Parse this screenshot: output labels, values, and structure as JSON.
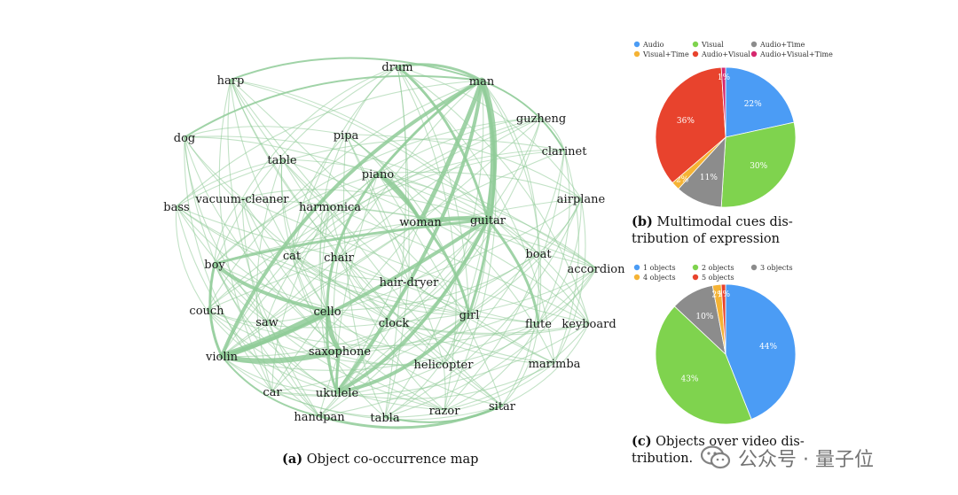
{
  "network": {
    "edge_color": "#8fcb98",
    "nodes": [
      {
        "id": "drum",
        "label": "drum"
      },
      {
        "id": "man",
        "label": "man"
      },
      {
        "id": "harp",
        "label": "harp"
      },
      {
        "id": "guzheng",
        "label": "guzheng"
      },
      {
        "id": "dog",
        "label": "dog"
      },
      {
        "id": "pipa",
        "label": "pipa"
      },
      {
        "id": "clarinet",
        "label": "clarinet"
      },
      {
        "id": "table",
        "label": "table"
      },
      {
        "id": "piano",
        "label": "piano"
      },
      {
        "id": "vacuum-cleaner",
        "label": "vacuum-cleaner"
      },
      {
        "id": "airplane",
        "label": "airplane"
      },
      {
        "id": "bass",
        "label": "bass"
      },
      {
        "id": "harmonica",
        "label": "harmonica"
      },
      {
        "id": "woman",
        "label": "woman"
      },
      {
        "id": "guitar",
        "label": "guitar"
      },
      {
        "id": "cat",
        "label": "cat"
      },
      {
        "id": "chair",
        "label": "chair"
      },
      {
        "id": "boat",
        "label": "boat"
      },
      {
        "id": "boy",
        "label": "boy"
      },
      {
        "id": "accordion",
        "label": "accordion"
      },
      {
        "id": "hair-dryer",
        "label": "hair-dryer"
      },
      {
        "id": "couch",
        "label": "couch"
      },
      {
        "id": "cello",
        "label": "cello"
      },
      {
        "id": "saw",
        "label": "saw"
      },
      {
        "id": "clock",
        "label": "clock"
      },
      {
        "id": "girl",
        "label": "girl"
      },
      {
        "id": "flute",
        "label": "flute"
      },
      {
        "id": "keyboard",
        "label": "keyboard"
      },
      {
        "id": "violin",
        "label": "violin"
      },
      {
        "id": "saxophone",
        "label": "saxophone"
      },
      {
        "id": "marimba",
        "label": "marimba"
      },
      {
        "id": "helicopter",
        "label": "helicopter"
      },
      {
        "id": "car",
        "label": "car"
      },
      {
        "id": "ukulele",
        "label": "ukulele"
      },
      {
        "id": "handpan",
        "label": "handpan"
      },
      {
        "id": "tabla",
        "label": "tabla"
      },
      {
        "id": "razor",
        "label": "razor"
      },
      {
        "id": "sitar",
        "label": "sitar"
      }
    ],
    "strong_edges": [
      [
        "violin",
        "cello",
        7
      ],
      [
        "violin",
        "saxophone",
        6
      ],
      [
        "violin",
        "guitar",
        4
      ],
      [
        "violin",
        "man",
        4
      ],
      [
        "man",
        "guitar",
        7
      ],
      [
        "man",
        "woman",
        5
      ],
      [
        "man",
        "piano",
        3
      ],
      [
        "man",
        "ukulele",
        4
      ],
      [
        "man",
        "girl",
        3
      ],
      [
        "cello",
        "saxophone",
        5
      ],
      [
        "cello",
        "boy",
        4
      ],
      [
        "cello",
        "piano",
        3
      ],
      [
        "ukulele",
        "girl",
        4
      ],
      [
        "ukulele",
        "guitar",
        4
      ],
      [
        "woman",
        "guitar",
        5
      ],
      [
        "woman",
        "piano",
        4
      ],
      [
        "boy",
        "guitar",
        3
      ],
      [
        "boy",
        "violin",
        3
      ],
      [
        "girl",
        "piano",
        3
      ],
      [
        "saxophone",
        "ukulele",
        3
      ],
      [
        "drum",
        "guitar",
        3
      ],
      [
        "drum",
        "man",
        3
      ],
      [
        "flute",
        "guitar",
        3
      ],
      [
        "clarinet",
        "man",
        2
      ],
      [
        "cello",
        "ukulele",
        3
      ],
      [
        "handpan",
        "sitar",
        3
      ],
      [
        "harp",
        "man",
        2
      ],
      [
        "dog",
        "man",
        2
      ],
      [
        "tabla",
        "sitar",
        2
      ],
      [
        "handpan",
        "violin",
        2
      ]
    ]
  },
  "captions": {
    "a": {
      "tag": "(a)",
      "text": "Object co-occurrence map"
    },
    "b": {
      "tag": "(b)",
      "line1": "Multimodal cues dis-",
      "line2": "tribution of expression"
    },
    "c": {
      "tag": "(c)",
      "line1": "Objects over video dis-",
      "line2": "tribution."
    }
  },
  "chart_data": [
    {
      "type": "pie",
      "legend_position": "top",
      "series": [
        {
          "name": "Audio",
          "value": 22,
          "label": "22%",
          "color": "#4b9cf5"
        },
        {
          "name": "Visual",
          "value": 30,
          "label": "30%",
          "color": "#7fd34e"
        },
        {
          "name": "Audio+Time",
          "value": 11,
          "label": "11%",
          "color": "#8c8c8c"
        },
        {
          "name": "Visual+Time",
          "value": 2,
          "label": "2%",
          "color": "#f5b335"
        },
        {
          "name": "Audio+Visual",
          "value": 36,
          "label": "36%",
          "color": "#e8432d"
        },
        {
          "name": "Audio+Visual+Time",
          "value": 1,
          "label": "1%",
          "color": "#d6286e"
        }
      ]
    },
    {
      "type": "pie",
      "legend_position": "top",
      "series": [
        {
          "name": "1 objects",
          "value": 44,
          "label": "44%",
          "color": "#4b9cf5"
        },
        {
          "name": "2 objects",
          "value": 43,
          "label": "43%",
          "color": "#7fd34e"
        },
        {
          "name": "3 objects",
          "value": 10,
          "label": "10%",
          "color": "#8c8c8c"
        },
        {
          "name": "4 objects",
          "value": 2,
          "label": "2%",
          "color": "#f5b335"
        },
        {
          "name": "5 objects",
          "value": 1,
          "label": "1%",
          "color": "#e8432d"
        }
      ]
    }
  ],
  "watermark": {
    "text": "公众号 · 量子位",
    "icon": "wechat-icon"
  }
}
